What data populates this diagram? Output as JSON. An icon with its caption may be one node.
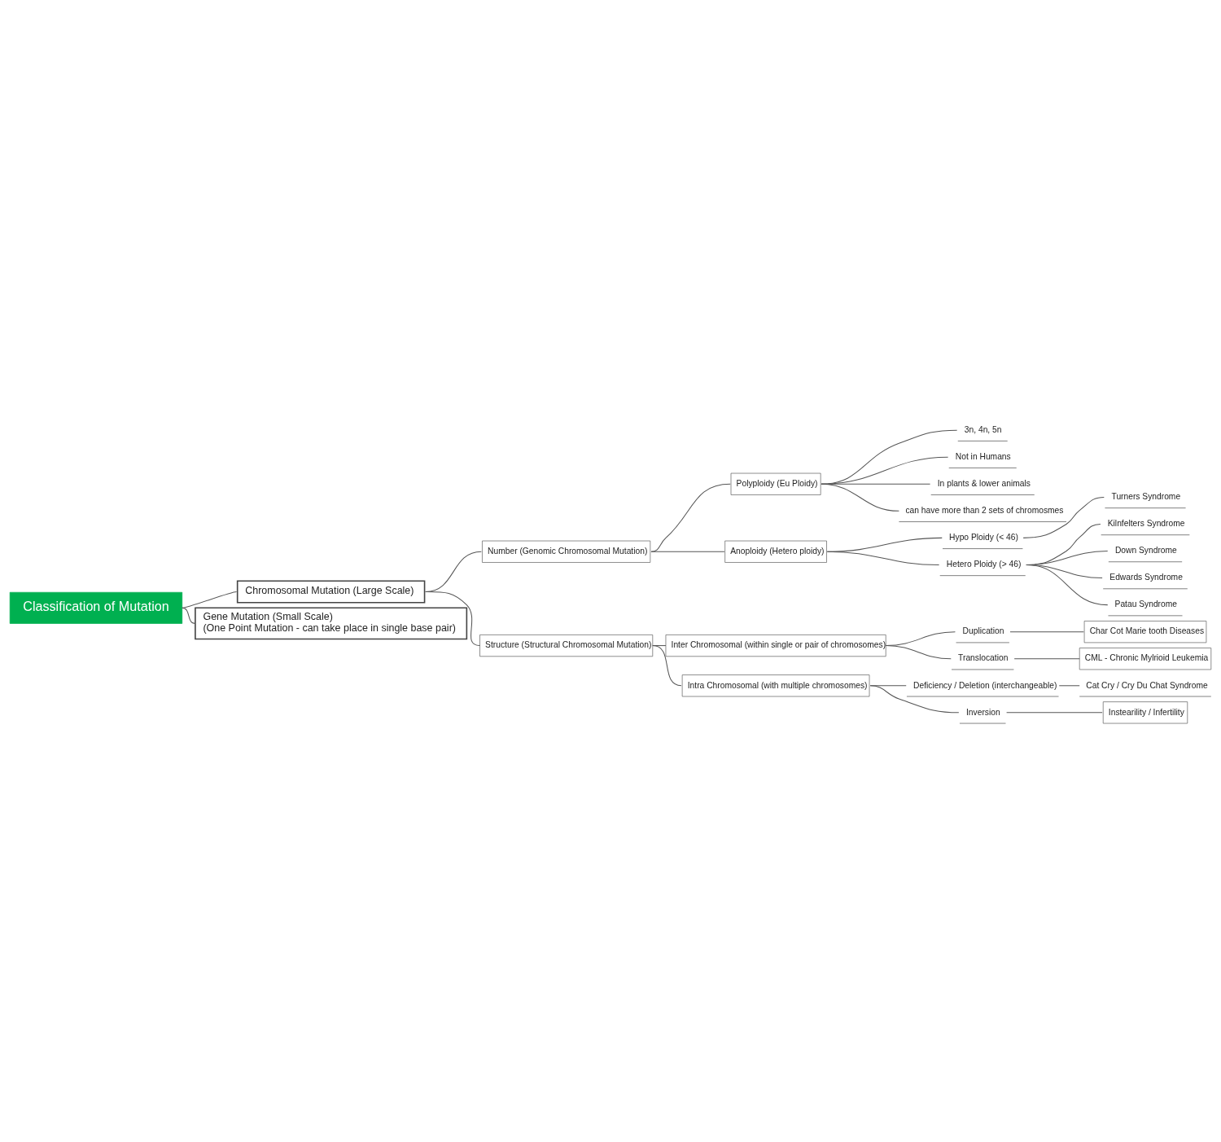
{
  "diagram": {
    "nodes": [
      {
        "text": [
          "Classification of Mutation"
        ]
      },
      {
        "text": [
          "Chromosomal Mutation (Large Scale)"
        ]
      },
      {
        "text": [
          "Gene Mutation (Small Scale)",
          "(One Point Mutation - can take place in single base pair)"
        ]
      },
      {
        "text": [
          "Number (Genomic Chromosomal Mutation)"
        ]
      },
      {
        "text": [
          "Polyploidy (Eu Ploidy)"
        ]
      },
      {
        "text": [
          "3n, 4n, 5n"
        ]
      },
      {
        "text": [
          "Not in Humans"
        ]
      },
      {
        "text": [
          "In plants & lower animals"
        ]
      },
      {
        "text": [
          "can have more than 2 sets of chromosmes"
        ]
      },
      {
        "text": [
          "Anoploidy (Hetero ploidy)"
        ]
      },
      {
        "text": [
          "Hypo Ploidy (< 46)"
        ]
      },
      {
        "text": [
          "Turners Syndrome"
        ]
      },
      {
        "text": [
          "Hetero Ploidy (> 46)"
        ]
      },
      {
        "text": [
          "Kilnfelters Syndrome"
        ]
      },
      {
        "text": [
          "Down Syndrome"
        ]
      },
      {
        "text": [
          "Edwards Syndrome"
        ]
      },
      {
        "text": [
          "Patau Syndrome"
        ]
      },
      {
        "text": [
          "Structure (Structural Chromosomal Mutation)"
        ]
      },
      {
        "text": [
          "Inter Chromosomal (within single or pair of chromosomes)"
        ]
      },
      {
        "text": [
          "Duplication"
        ]
      },
      {
        "text": [
          "Char Cot Marie tooth Diseases"
        ]
      },
      {
        "text": [
          "Translocation"
        ]
      },
      {
        "text": [
          "CML - Chronic Mylrioid Leukemia"
        ]
      },
      {
        "text": [
          "Intra Chromosomal (with multiple chromosomes)"
        ]
      },
      {
        "text": [
          "Deficiency / Deletion (interchangeable)"
        ]
      },
      {
        "text": [
          "Cat Cry / Cry Du Chat Syndrome"
        ]
      },
      {
        "text": [
          "Inversion"
        ]
      },
      {
        "text": [
          "Instearility / Infertility"
        ]
      }
    ],
    "edges": [
      {
        "from": 0,
        "to": 1,
        "arrow": "none"
      },
      {
        "from": 0,
        "to": 2,
        "arrow": "none"
      },
      {
        "from": 1,
        "to": 3,
        "arrow": "none"
      },
      {
        "from": 3,
        "to": 4,
        "arrow": "none"
      },
      {
        "from": 4,
        "to": 5,
        "arrow": "none"
      },
      {
        "from": 4,
        "to": 6,
        "arrow": "none"
      },
      {
        "from": 4,
        "to": 7,
        "arrow": "none"
      },
      {
        "from": 4,
        "to": 8,
        "arrow": "none"
      },
      {
        "from": 3,
        "to": 9,
        "arrow": "none"
      },
      {
        "from": 9,
        "to": 10,
        "arrow": "none"
      },
      {
        "from": 10,
        "to": 11,
        "arrow": "none"
      },
      {
        "from": 9,
        "to": 12,
        "arrow": "none"
      },
      {
        "from": 12,
        "to": 13,
        "arrow": "none"
      },
      {
        "from": 12,
        "to": 14,
        "arrow": "none"
      },
      {
        "from": 12,
        "to": 15,
        "arrow": "none"
      },
      {
        "from": 12,
        "to": 16,
        "arrow": "none"
      },
      {
        "from": 1,
        "to": 17,
        "arrow": "none"
      },
      {
        "from": 17,
        "to": 18,
        "arrow": "none"
      },
      {
        "from": 18,
        "to": 19,
        "arrow": "none"
      },
      {
        "from": 19,
        "to": 20,
        "arrow": "none"
      },
      {
        "from": 18,
        "to": 21,
        "arrow": "none"
      },
      {
        "from": 21,
        "to": 22,
        "arrow": "none"
      },
      {
        "from": 17,
        "to": 23,
        "arrow": "none"
      },
      {
        "from": 23,
        "to": 24,
        "arrow": "none"
      },
      {
        "from": 24,
        "to": 25,
        "arrow": "none"
      },
      {
        "from": 23,
        "to": 26,
        "arrow": "none"
      },
      {
        "from": 26,
        "to": 27,
        "arrow": "none"
      }
    ]
  }
}
